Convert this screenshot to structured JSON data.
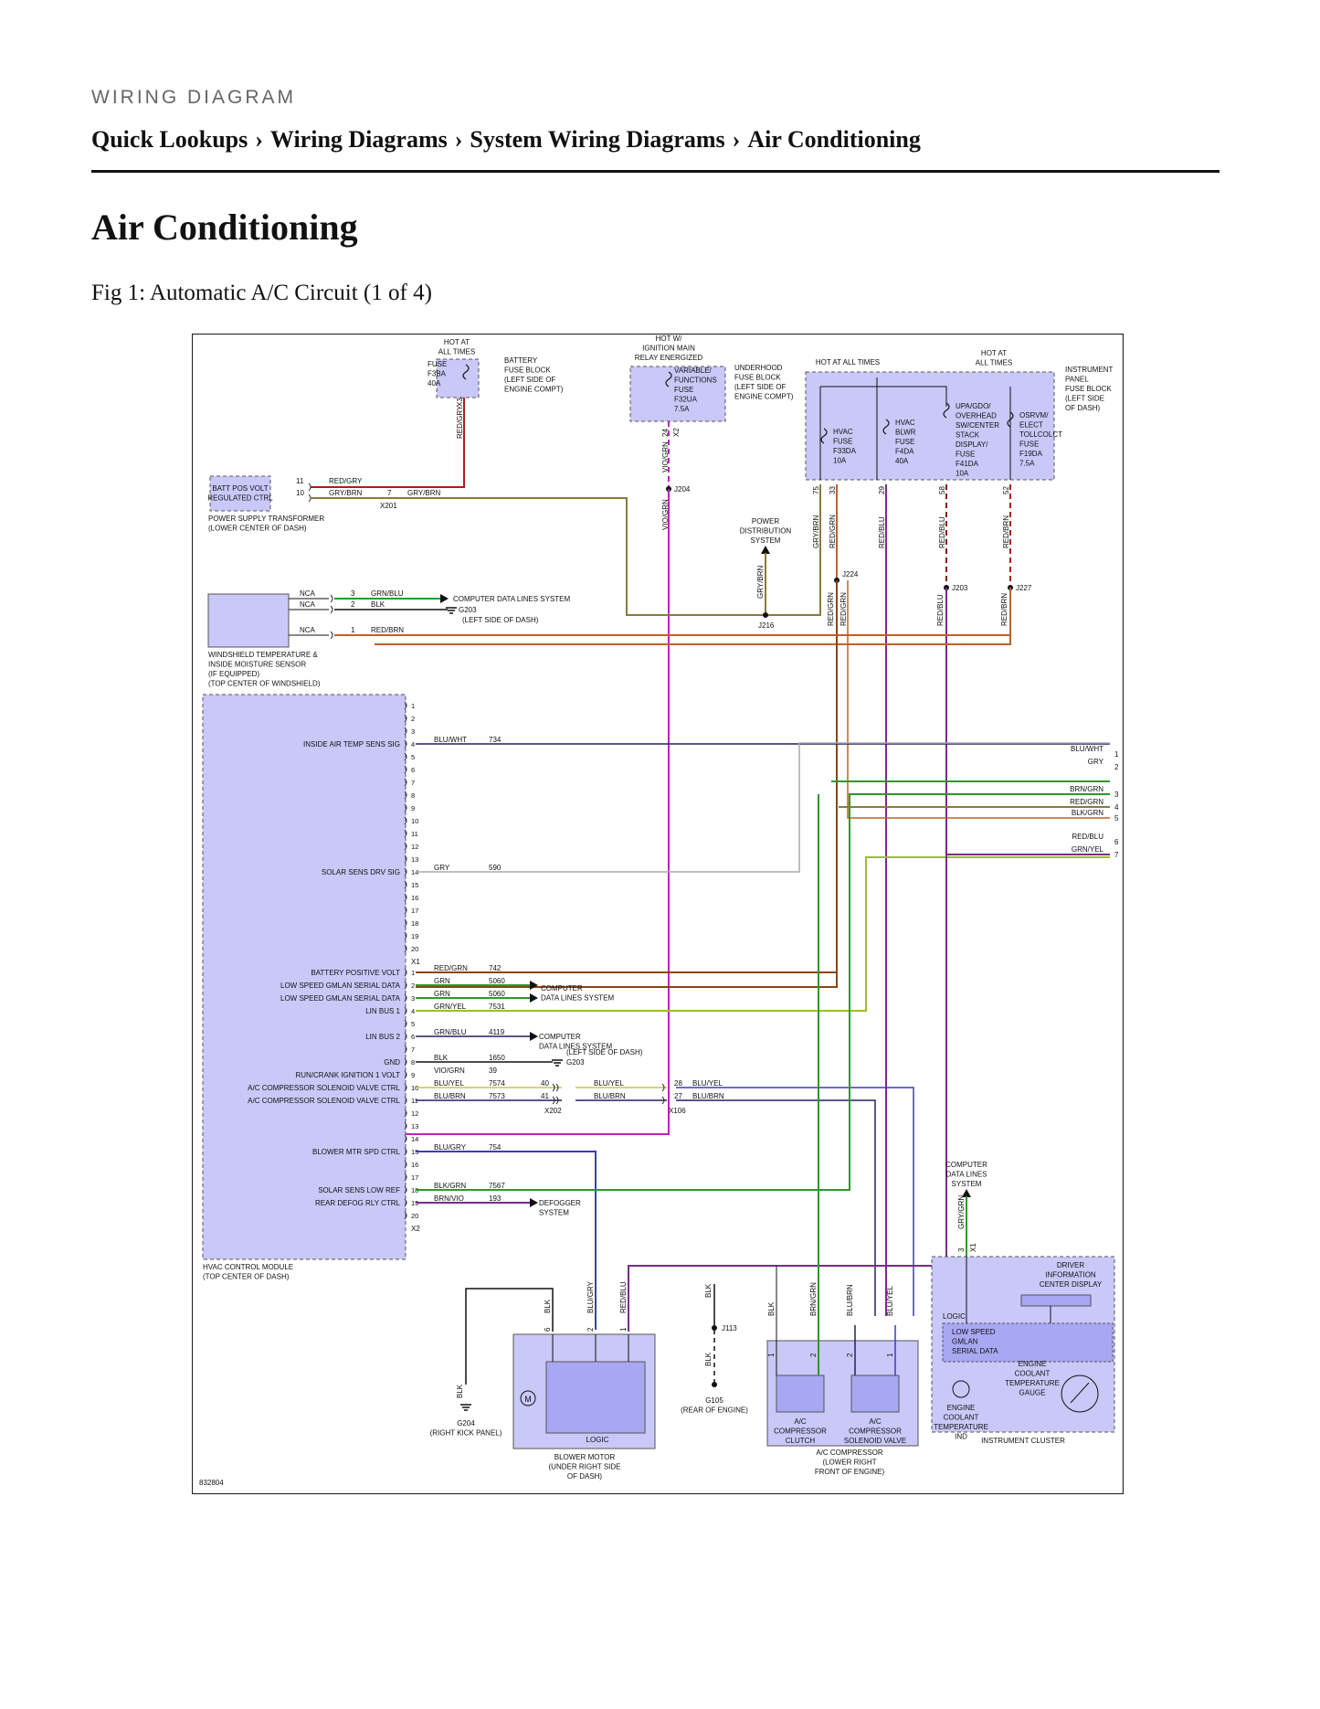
{
  "header": {
    "kicker": "WIRING DIAGRAM",
    "breadcrumb": [
      "Quick Lookups",
      "Wiring Diagrams",
      "System Wiring Diagrams",
      "Air Conditioning"
    ],
    "separator": "›"
  },
  "page_title": "Air Conditioning",
  "figure_caption": "Fig 1: Automatic A/C Circuit (1 of 4)",
  "diagram": {
    "fig_id": "832804",
    "battery_fuse": {
      "hot": [
        "HOT AT",
        "ALL TIMES"
      ],
      "fuse": [
        "FUSE",
        "F3BA",
        "40A"
      ],
      "block": [
        "BATTERY",
        "FUSE BLOCK",
        "(LEFT SIDE OF",
        "ENGINE COMPT)"
      ],
      "connector": "X3",
      "wire": "RED/GRY"
    },
    "underhood_fuse": {
      "hot": [
        "HOT W/",
        "IGNITION MAIN",
        "RELAY ENERGIZED"
      ],
      "fuse": [
        "VARIABLE/",
        "FUNCTIONS",
        "FUSE",
        "F32UA",
        "7.5A"
      ],
      "block": [
        "UNDERHOOD",
        "FUSE BLOCK",
        "(LEFT SIDE OF",
        "ENGINE COMPT)"
      ],
      "connector": "X2",
      "pin": "24",
      "wire": "VIO/GRN",
      "splice": "J204"
    },
    "ip_fuse": {
      "hot1": "HOT AT ALL TIMES",
      "hot2": [
        "HOT AT",
        "ALL TIMES"
      ],
      "block": [
        "INSTRUMENT",
        "PANEL",
        "FUSE BLOCK",
        "(LEFT SIDE",
        "OF DASH)"
      ],
      "fuses": [
        {
          "lines": [
            "HVAC",
            "FUSE",
            "F33DA",
            "10A"
          ]
        },
        {
          "lines": [
            "HVAC",
            "BLWR",
            "FUSE",
            "F4DA",
            "40A"
          ]
        },
        {
          "lines": [
            "UPA/GDO/",
            "OVERHEAD",
            "SW/CENTER",
            "STACK",
            "DISPLAY/",
            "FUSE",
            "F41DA",
            "10A"
          ]
        },
        {
          "lines": [
            "OSRVM/",
            "ELECT",
            "TOLLCOLCT",
            "FUSE",
            "F19DA",
            "7.5A"
          ]
        }
      ],
      "pins": [
        "75",
        "33",
        "29",
        "58",
        "52"
      ],
      "wires": [
        "GRY/BRN",
        "RED/GRN",
        "RED/BLU",
        "RED/BLU",
        "RED/BRN"
      ],
      "splices": [
        "J224",
        "J203",
        "J227"
      ],
      "lower_wires": [
        "RED/GRN",
        "RED/GRN",
        "RED/BLU",
        "RED/BRN"
      ]
    },
    "power_dist": {
      "label": [
        "POWER",
        "DISTRIBUTION",
        "SYSTEM"
      ],
      "wire": "GRY/BRN",
      "splice": "J216"
    },
    "power_supply": {
      "box": [
        "BATT POS VOLT",
        "REGULATED CTRL"
      ],
      "label": [
        "POWER SUPPLY TRANSFORMER",
        "(LOWER CENTER OF DASH)"
      ],
      "pins": [
        "11",
        "10"
      ],
      "wires": [
        "RED/GRY",
        "GRY/BRN"
      ],
      "x201_pin": "7",
      "x201_wire": "GRY/BRN",
      "connector": "X201"
    },
    "windshield_sensor": {
      "label": [
        "WINDSHIELD TEMPERATURE &",
        "INSIDE MOISTURE SENSOR",
        "(IF EQUIPPED)",
        "(TOP CENTER OF WINDSHIELD)"
      ],
      "rows": [
        {
          "nca": "NCA",
          "pin": "3",
          "wire": "GRN/BLU"
        },
        {
          "nca": "NCA",
          "pin": "2",
          "wire": "BLK"
        },
        {
          "nca": "NCA",
          "pin": "1",
          "wire": "RED/BRN"
        }
      ],
      "data_lines": "COMPUTER DATA LINES SYSTEM",
      "ground": "G203",
      "ground_loc": "(LEFT SIDE OF DASH)"
    },
    "hvac_module": {
      "label": [
        "HVAC CONTROL MODULE",
        "(TOP CENTER OF DASH)"
      ],
      "x1_pins": [
        "1",
        "2",
        "3",
        "4",
        "5",
        "6",
        "7",
        "8",
        "9",
        "10",
        "11",
        "12",
        "13",
        "14",
        "15",
        "16",
        "17",
        "18",
        "19",
        "20"
      ],
      "x2_pins": [
        "1",
        "2",
        "3",
        "4",
        "5",
        "6",
        "7",
        "8",
        "9",
        "10",
        "11",
        "12",
        "13",
        "14",
        "15",
        "16",
        "17",
        "18",
        "19",
        "20"
      ],
      "x1": "X1",
      "x2": "X2",
      "x1_signals": [
        {
          "pin": "4",
          "name": "INSIDE AIR TEMP SENS SIG",
          "wire": "BLU/WHT",
          "circuit": "734"
        },
        {
          "pin": "14",
          "name": "SOLAR SENS DRV SIG",
          "wire": "GRY",
          "circuit": "590"
        }
      ],
      "x2_signals": [
        {
          "pin": "1",
          "name": "BATTERY POSITIVE VOLT",
          "wire": "RED/GRN",
          "circuit": "742"
        },
        {
          "pin": "2",
          "name": "LOW SPEED GMLAN SERIAL DATA",
          "wire": "GRN",
          "circuit": "5060"
        },
        {
          "pin": "3",
          "name": "LOW SPEED GMLAN SERIAL DATA",
          "wire": "GRN",
          "circuit": "5060"
        },
        {
          "pin": "4",
          "name": "LIN BUS 1",
          "wire": "GRN/YEL",
          "circuit": "7531"
        },
        {
          "pin": "6",
          "name": "LIN BUS 2",
          "wire": "GRN/BLU",
          "circuit": "4119"
        },
        {
          "pin": "8",
          "name": "GND",
          "wire": "BLK",
          "circuit": "1650"
        },
        {
          "pin": "9",
          "name": "RUN/CRANK IGNITION 1 VOLT",
          "wire": "VIO/GRN",
          "circuit": "39"
        },
        {
          "pin": "10",
          "name": "A/C COMPRESSOR SOLENOID VALVE CTRL",
          "wire": "BLU/YEL",
          "circuit": "7574"
        },
        {
          "pin": "11",
          "name": "A/C COMPRESSOR SOLENOID VALVE CTRL",
          "wire": "BLU/BRN",
          "circuit": "7573"
        },
        {
          "pin": "15",
          "name": "BLOWER MTR SPD CTRL",
          "wire": "BLU/GRY",
          "circuit": "754"
        },
        {
          "pin": "18",
          "name": "SOLAR SENS LOW REF",
          "wire": "BLK/GRN",
          "circuit": "7567"
        },
        {
          "pin": "19",
          "name": "REAR DEFOG RLY CTRL",
          "wire": "BRN/VIO",
          "circuit": "193"
        }
      ],
      "computer_data": [
        "COMPUTER",
        "DATA LINES SYSTEM"
      ],
      "gnd_loc": "(LEFT SIDE OF DASH)",
      "gnd": "G203",
      "defogger": [
        "DEFOGGER",
        "SYSTEM"
      ]
    },
    "x202": {
      "connector": "X202",
      "pins": [
        "40",
        "41"
      ],
      "wires": [
        "BLU/YEL",
        "BLU/BRN"
      ]
    },
    "x106": {
      "connector": "X106",
      "pins": [
        "28",
        "27"
      ],
      "wires": [
        "BLU/YEL",
        "BLU/BRN"
      ]
    },
    "right_connector": {
      "rows": [
        {
          "wire": "BLU/WHT",
          "pin": "1"
        },
        {
          "wire": "GRY",
          "pin": "2"
        },
        {
          "wire": "BRN/GRN",
          "pin": "3"
        },
        {
          "wire": "RED/GRN",
          "pin": "4"
        },
        {
          "wire": "BLK/GRN",
          "pin": "5"
        },
        {
          "wire": "RED/BLU",
          "pin": "6"
        },
        {
          "wire": "GRN/YEL",
          "pin": "7"
        }
      ]
    },
    "blower_motor": {
      "label": [
        "BLOWER MOTOR",
        "(UNDER RIGHT SIDE",
        "OF DASH)"
      ],
      "logic": "LOGIC",
      "motor": "M",
      "pins": [
        "6",
        "2",
        "1"
      ],
      "wires": [
        "BLK",
        "BLU/GRY",
        "RED/BLU"
      ],
      "ground": [
        "G204",
        "(RIGHT KICK PANEL)"
      ],
      "ground_wire": "BLK"
    },
    "g105": {
      "wire_top": "BLK",
      "splice": "J113",
      "wire_bottom": "BLK",
      "ground": [
        "G105",
        "(REAR OF ENGINE)"
      ]
    },
    "compressor": {
      "label": [
        "A/C COMPRESSOR",
        "(LOWER RIGHT",
        "FRONT OF ENGINE)"
      ],
      "wires": [
        "BLK",
        "BRN/GRN",
        "BLU/BRN",
        "BLU/YEL"
      ],
      "pins": [
        "1",
        "2",
        "2",
        "1"
      ],
      "clutch": [
        "A/C",
        "COMPRESSOR",
        "CLUTCH"
      ],
      "valve": [
        "A/C",
        "COMPRESSOR",
        "SOLENOID VALVE"
      ]
    },
    "cluster": {
      "label": "INSTRUMENT CLUSTER",
      "data_lines": [
        "COMPUTER",
        "DATA LINES",
        "SYSTEM"
      ],
      "wire": "GRY/GRN",
      "pin": "3",
      "connector": "X1",
      "dic": [
        "DRIVER",
        "INFORMATION",
        "CENTER DISPLAY"
      ],
      "logic": "LOGIC",
      "gmlan": [
        "LOW SPEED",
        "GMLAN",
        "SERIAL DATA"
      ],
      "gauge": [
        "ENGINE",
        "COOLANT",
        "TEMPERATURE",
        "GAUGE"
      ],
      "ind": [
        "ENGINE",
        "COOLANT",
        "TEMPERATURE",
        "IND"
      ]
    }
  }
}
